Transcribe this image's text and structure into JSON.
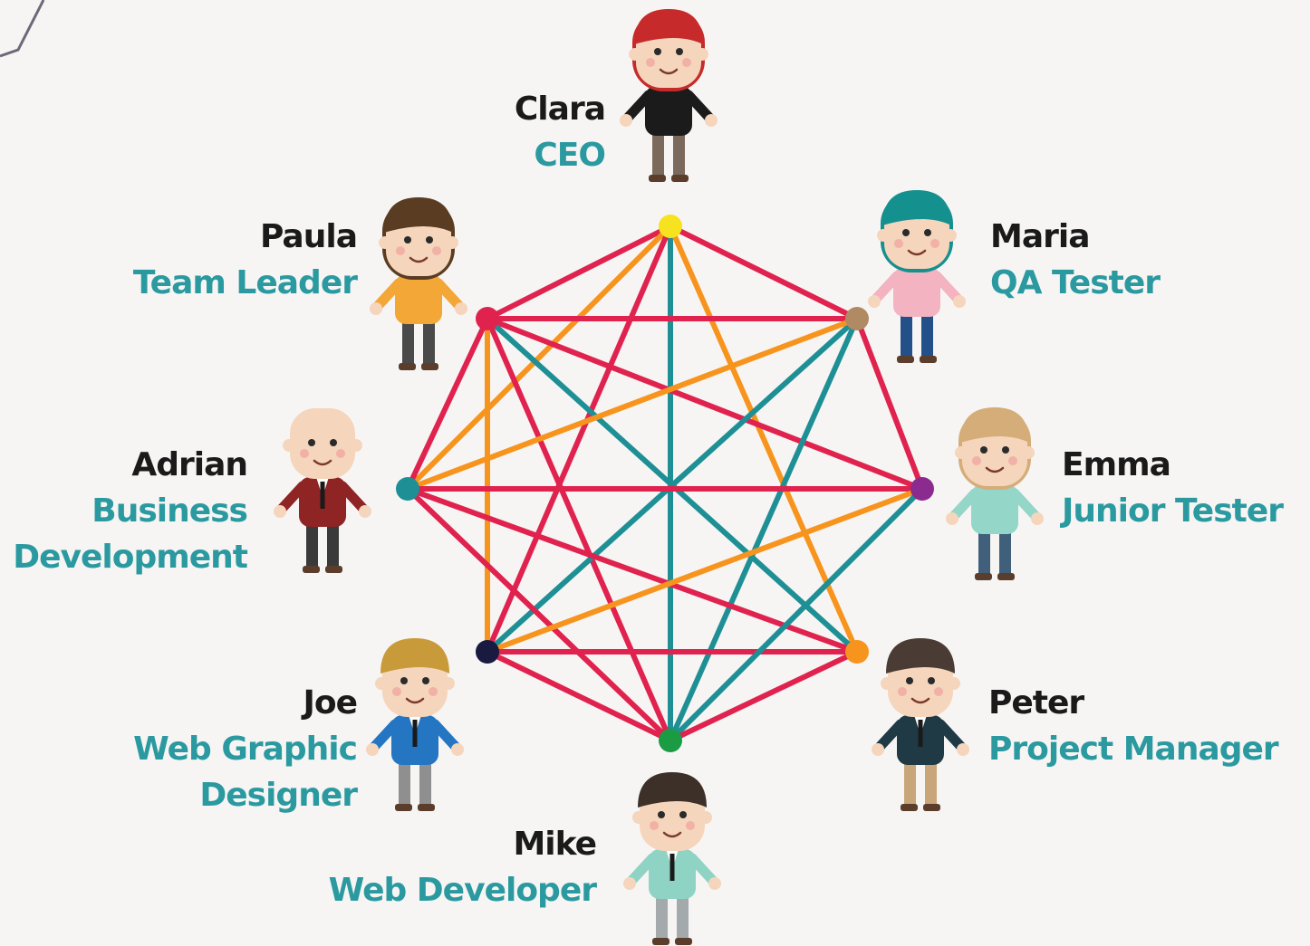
{
  "members": [
    {
      "id": "clara",
      "name": "Clara",
      "role": "CEO",
      "node_color": "#f6e21e",
      "hair": "#c62a2a",
      "top": "#1b1b1b",
      "bottom": "#7b6a5c",
      "skin": "#f5d5bc"
    },
    {
      "id": "maria",
      "name": "Maria",
      "role": "QA Tester",
      "node_color": "#b08a62",
      "hair": "#14908f",
      "top": "#f3b3c0",
      "bottom": "#24508a",
      "skin": "#f5d5bc"
    },
    {
      "id": "emma",
      "name": "Emma",
      "role": "Junior Tester",
      "node_color": "#8b2a8f",
      "hair": "#d5ad79",
      "top": "#94d6c8",
      "bottom": "#3f5f7a",
      "skin": "#f5d5bc"
    },
    {
      "id": "peter",
      "name": "Peter",
      "role": "Project Manager",
      "node_color": "#f7941d",
      "hair": "#4a3c34",
      "top": "#1f3a44",
      "bottom": "#c9a67a",
      "skin": "#f5d5bc"
    },
    {
      "id": "mike",
      "name": "Mike",
      "role": "Web Developer",
      "node_color": "#1a9b44",
      "hair": "#3d3028",
      "top": "#8fd3c5",
      "bottom": "#a4a9ab",
      "skin": "#f5d5bc"
    },
    {
      "id": "joe",
      "name": "Joe",
      "role": "Web Graphic Designer",
      "node_color": "#181a40",
      "hair": "#c99a3a",
      "top": "#2476c3",
      "bottom": "#8f8f8f",
      "skin": "#f5d5bc"
    },
    {
      "id": "adrian",
      "name": "Adrian",
      "role": "Business Development",
      "node_color": "#1e9095",
      "hair": "#f5d5bc",
      "top": "#8e2424",
      "bottom": "#3a3a3a",
      "skin": "#f5d5bc"
    },
    {
      "id": "paula",
      "name": "Paula",
      "role": "Team Leader",
      "node_color": "#e0224e",
      "hair": "#5a3c22",
      "top": "#f3a736",
      "bottom": "#4a4a4a",
      "skin": "#f5d5bc"
    }
  ],
  "colors": {
    "red": "#e0224e",
    "teal": "#1e9095",
    "orange": "#f7941d",
    "name": "#1a1a1a",
    "role": "#2a9aa0",
    "background": "#f7f5f4"
  },
  "connections": [
    {
      "from": "clara",
      "to": "paula",
      "color": "red"
    },
    {
      "from": "clara",
      "to": "maria",
      "color": "red"
    },
    {
      "from": "clara",
      "to": "mike",
      "color": "teal"
    },
    {
      "from": "clara",
      "to": "adrian",
      "color": "orange"
    },
    {
      "from": "clara",
      "to": "joe",
      "color": "red"
    },
    {
      "from": "clara",
      "to": "peter",
      "color": "orange"
    },
    {
      "from": "paula",
      "to": "maria",
      "color": "red"
    },
    {
      "from": "paula",
      "to": "emma",
      "color": "red"
    },
    {
      "from": "paula",
      "to": "peter",
      "color": "teal"
    },
    {
      "from": "paula",
      "to": "mike",
      "color": "red"
    },
    {
      "from": "paula",
      "to": "joe",
      "color": "orange"
    },
    {
      "from": "paula",
      "to": "adrian",
      "color": "red"
    },
    {
      "from": "maria",
      "to": "emma",
      "color": "red"
    },
    {
      "from": "maria",
      "to": "joe",
      "color": "teal"
    },
    {
      "from": "maria",
      "to": "mike",
      "color": "teal"
    },
    {
      "from": "maria",
      "to": "adrian",
      "color": "orange"
    },
    {
      "from": "adrian",
      "to": "emma",
      "color": "red"
    },
    {
      "from": "adrian",
      "to": "peter",
      "color": "red"
    },
    {
      "from": "adrian",
      "to": "mike",
      "color": "red"
    },
    {
      "from": "joe",
      "to": "emma",
      "color": "orange"
    },
    {
      "from": "joe",
      "to": "peter",
      "color": "red"
    },
    {
      "from": "joe",
      "to": "mike",
      "color": "red"
    },
    {
      "from": "emma",
      "to": "mike",
      "color": "teal"
    },
    {
      "from": "peter",
      "to": "mike",
      "color": "red"
    }
  ]
}
